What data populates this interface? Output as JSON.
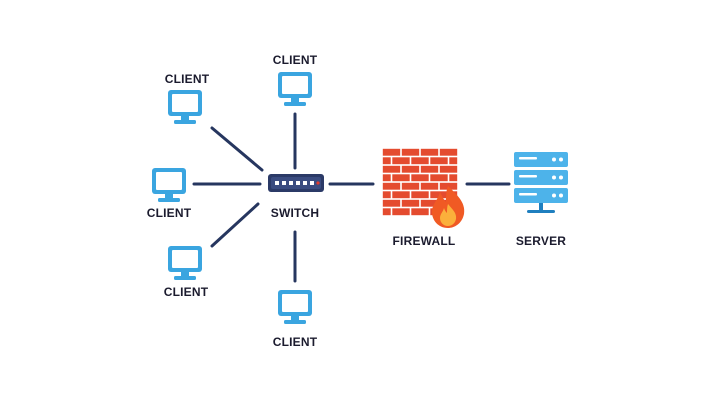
{
  "diagram": {
    "colors": {
      "line": "#26365f",
      "device": "#3aa5e0",
      "device_dark": "#1f7fbf",
      "brick": "#e44b2f",
      "mortar": "#ffffff",
      "flame_outer": "#f05a24",
      "flame_inner": "#fbb03b",
      "switch_body": "#2b3a67",
      "switch_port": "#ffffff",
      "server_body": "#4db3ea",
      "server_led": "#ffffff",
      "label": "#1b1b2e"
    },
    "nodes": {
      "client_top_left": {
        "label": "CLIENT",
        "icon": "monitor-icon"
      },
      "client_top": {
        "label": "CLIENT",
        "icon": "monitor-icon"
      },
      "client_left": {
        "label": "CLIENT",
        "icon": "monitor-icon"
      },
      "client_bottom_left": {
        "label": "CLIENT",
        "icon": "monitor-icon"
      },
      "client_bottom": {
        "label": "CLIENT",
        "icon": "monitor-icon"
      },
      "switch": {
        "label": "SWITCH",
        "icon": "network-switch-icon"
      },
      "firewall": {
        "label": "FIREWALL",
        "icon": "firewall-icon"
      },
      "server": {
        "label": "SERVER",
        "icon": "server-rack-icon"
      }
    }
  }
}
